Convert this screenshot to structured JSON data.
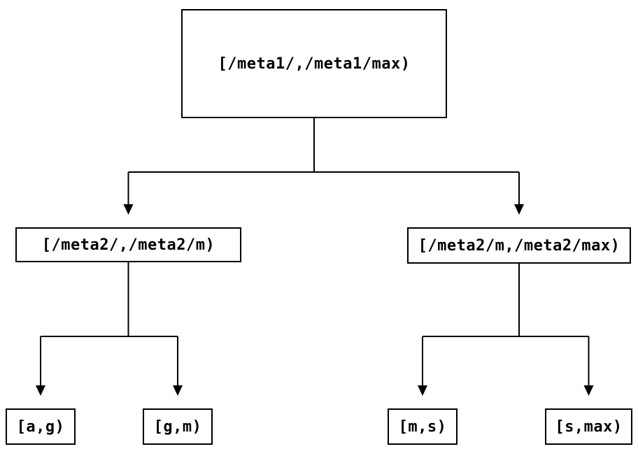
{
  "diagram": {
    "title": "interval-partition-tree",
    "colors": {
      "line": "#000000",
      "background": "#ffffff",
      "text": "#000000"
    },
    "nodes": {
      "root": {
        "label": "[/meta1/,/meta1/max)"
      },
      "left_child": {
        "label": "[/meta2/,/meta2/m)"
      },
      "right_child": {
        "label": "[/meta2/m,/meta2/max)"
      },
      "leaf_1": {
        "label": "[a,g)"
      },
      "leaf_2": {
        "label": "[g,m)"
      },
      "leaf_3": {
        "label": "[m,s)"
      },
      "leaf_4": {
        "label": "[s,max)"
      }
    },
    "edges": [
      {
        "from": "root",
        "to": "left_child"
      },
      {
        "from": "root",
        "to": "right_child"
      },
      {
        "from": "left_child",
        "to": "leaf_1"
      },
      {
        "from": "left_child",
        "to": "leaf_2"
      },
      {
        "from": "right_child",
        "to": "leaf_3"
      },
      {
        "from": "right_child",
        "to": "leaf_4"
      }
    ]
  }
}
